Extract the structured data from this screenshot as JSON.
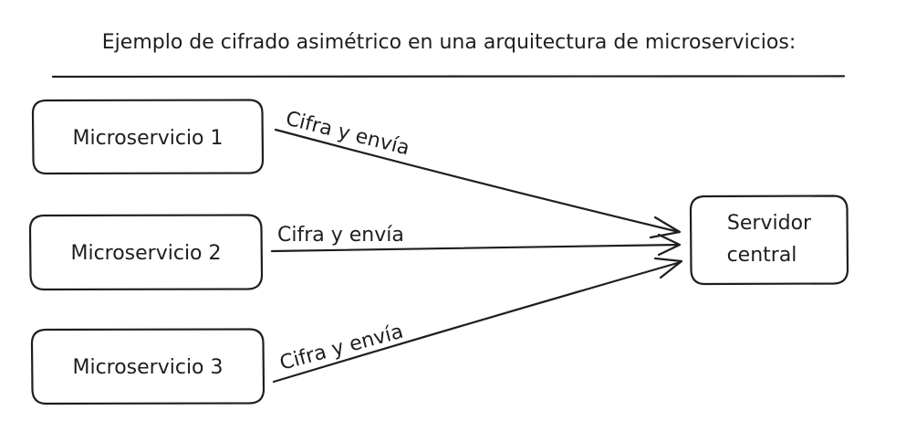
{
  "diagram": {
    "title": "Ejemplo de cifrado asimétrico en una arquitectura de microservicios:",
    "nodes": {
      "ms1": "Microservicio 1",
      "ms2": "Microservicio 2",
      "ms3": "Microservicio 3",
      "server_line1": "Servidor",
      "server_line2": "central"
    },
    "edges": {
      "e1": "Cifra y envía",
      "e2": "Cifra y envía",
      "e3": "Cifra y envía"
    }
  }
}
